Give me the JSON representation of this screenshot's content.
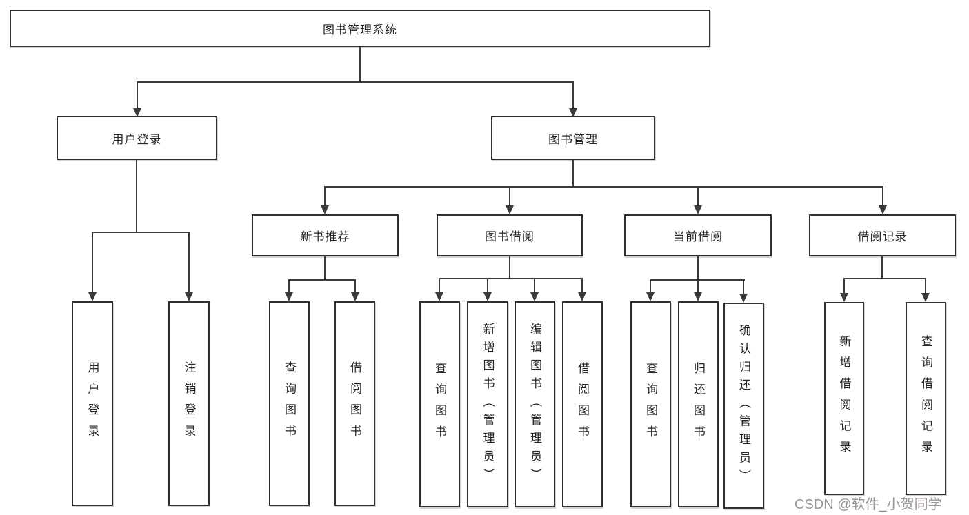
{
  "diagram_title": "图书管理系统",
  "colors": {
    "line": "#3a3a3a",
    "box_border": "#2f2f2f",
    "text": "#262626",
    "background": "#ffffff",
    "watermark": "#9c9494"
  },
  "tree": {
    "label": "图书管理系统",
    "children": [
      {
        "label": "用户登录",
        "children": [
          {
            "label": "用户登录"
          },
          {
            "label": "注销登录"
          }
        ]
      },
      {
        "label": "图书管理",
        "children": [
          {
            "label": "新书推荐",
            "children": [
              {
                "label": "查询图书"
              },
              {
                "label": "借阅图书"
              }
            ]
          },
          {
            "label": "图书借阅",
            "children": [
              {
                "label": "查询图书"
              },
              {
                "label": "新增图书（管理员）"
              },
              {
                "label": "编辑图书（管理员）"
              },
              {
                "label": "借阅图书"
              }
            ]
          },
          {
            "label": "当前借阅",
            "children": [
              {
                "label": "查询图书"
              },
              {
                "label": "归还图书"
              },
              {
                "label": "确认归还（管理员）"
              }
            ]
          },
          {
            "label": "借阅记录",
            "children": [
              {
                "label": "新增借阅记录"
              },
              {
                "label": "查询借阅记录"
              }
            ]
          }
        ]
      }
    ]
  },
  "watermark": {
    "text": "CSDN @软件_小贺同学"
  }
}
